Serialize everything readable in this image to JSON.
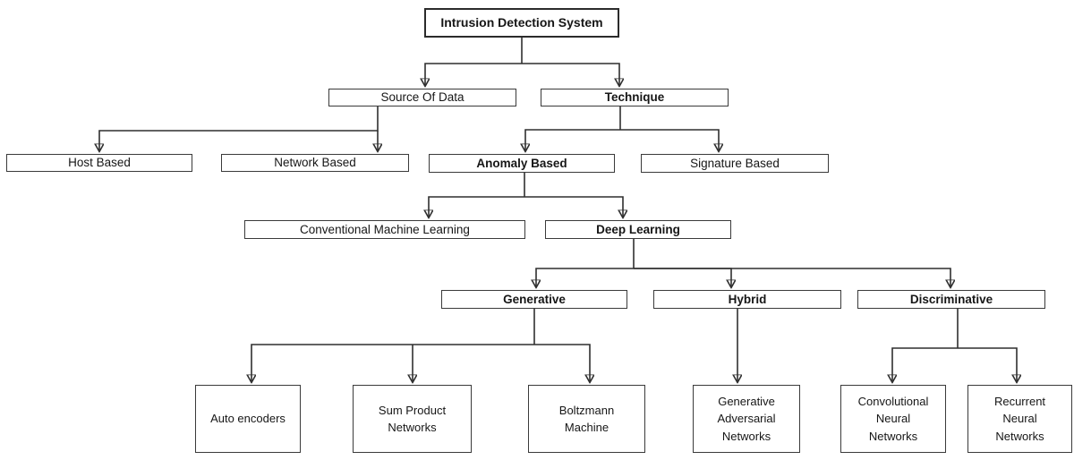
{
  "diagram": {
    "title": "Intrusion Detection System taxonomy",
    "colors": {
      "background": "#ffffff",
      "line": "#2f2f2f",
      "box_border": "#3a3a3a",
      "text": "#161616"
    },
    "nodes": {
      "intrusion_detection_system": {
        "label": "Intrusion Detection System",
        "emphasis": "bold"
      },
      "source_of_data": {
        "label": "Source Of Data",
        "emphasis": "regular"
      },
      "technique": {
        "label": "Technique",
        "emphasis": "bold"
      },
      "host_based": {
        "label": "Host Based",
        "emphasis": "regular"
      },
      "network_based": {
        "label": "Network Based",
        "emphasis": "regular"
      },
      "anomaly_based": {
        "label": "Anomaly Based",
        "emphasis": "bold"
      },
      "signature_based": {
        "label": "Signature Based",
        "emphasis": "regular"
      },
      "conventional_machine_learning": {
        "label": "Conventional Machine Learning",
        "emphasis": "regular"
      },
      "deep_learning": {
        "label": "Deep Learning",
        "emphasis": "bold"
      },
      "generative": {
        "label": "Generative",
        "emphasis": "bold"
      },
      "hybrid": {
        "label": "Hybrid",
        "emphasis": "bold"
      },
      "discriminative": {
        "label": "Discriminative",
        "emphasis": "bold"
      },
      "auto_encoders": {
        "label": "Auto encoders",
        "emphasis": "regular"
      },
      "sum_product_networks": {
        "label": "Sum Product Networks",
        "emphasis": "regular"
      },
      "boltzmann_machine": {
        "label": "Boltzmann Machine",
        "emphasis": "regular"
      },
      "generative_adversarial_networks": {
        "label": "Generative Adversarial Networks",
        "emphasis": "regular"
      },
      "convolutional_neural_networks": {
        "label": "Convolutional Neural Networks",
        "emphasis": "regular"
      },
      "recurrent_neural_networks": {
        "label": "Recurrent Neural Networks",
        "emphasis": "regular"
      }
    },
    "edges": [
      {
        "from": "intrusion_detection_system",
        "to": "source_of_data"
      },
      {
        "from": "intrusion_detection_system",
        "to": "technique"
      },
      {
        "from": "source_of_data",
        "to": "host_based"
      },
      {
        "from": "source_of_data",
        "to": "network_based"
      },
      {
        "from": "technique",
        "to": "anomaly_based"
      },
      {
        "from": "technique",
        "to": "signature_based"
      },
      {
        "from": "anomaly_based",
        "to": "conventional_machine_learning"
      },
      {
        "from": "anomaly_based",
        "to": "deep_learning"
      },
      {
        "from": "deep_learning",
        "to": "generative"
      },
      {
        "from": "deep_learning",
        "to": "hybrid"
      },
      {
        "from": "deep_learning",
        "to": "discriminative"
      },
      {
        "from": "generative",
        "to": "auto_encoders"
      },
      {
        "from": "generative",
        "to": "sum_product_networks"
      },
      {
        "from": "generative",
        "to": "boltzmann_machine"
      },
      {
        "from": "hybrid",
        "to": "generative_adversarial_networks"
      },
      {
        "from": "discriminative",
        "to": "convolutional_neural_networks"
      },
      {
        "from": "discriminative",
        "to": "recurrent_neural_networks"
      }
    ]
  }
}
